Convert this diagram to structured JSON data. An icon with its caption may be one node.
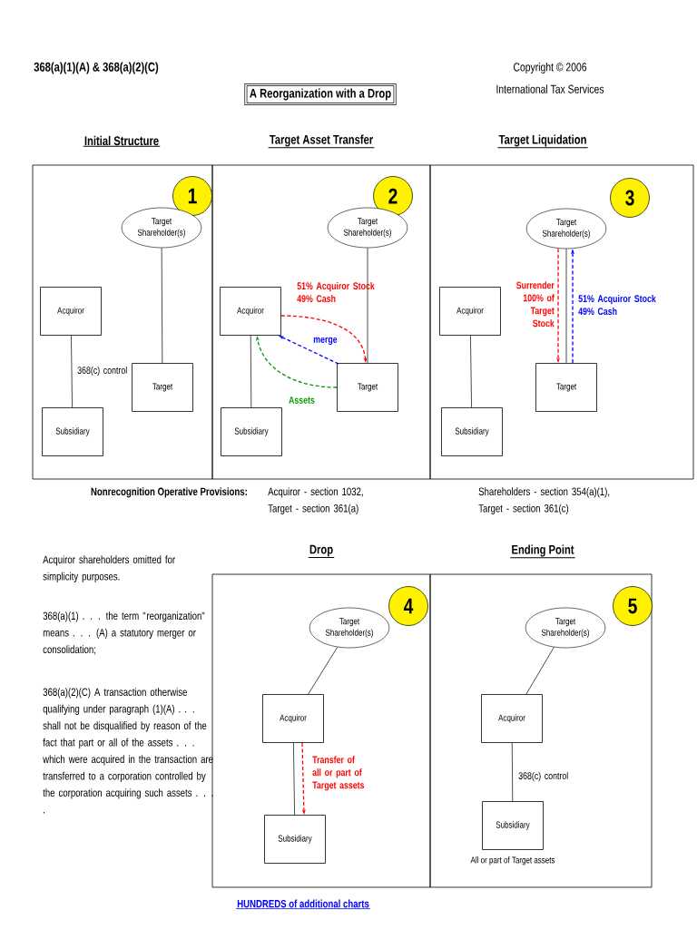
{
  "diagram": {
    "title": "A Reorganization with a Drop",
    "nodes": [
      {
        "text": [
          "Initial Structure"
        ]
      },
      {
        "text": [
          "1"
        ],
        "in": 0
      },
      {
        "text": [
          "Target Shareholder(s)"
        ],
        "in": 0
      },
      {
        "text": [
          "Acquiror"
        ],
        "in": 0
      },
      {
        "text": [
          "Target"
        ],
        "in": 0
      },
      {
        "text": [
          "Subsidiary"
        ],
        "in": 0
      },
      {
        "text": [
          "Target Asset Transfer"
        ]
      },
      {
        "text": [
          "2"
        ],
        "in": 6
      },
      {
        "text": [
          "Target Shareholder(s)"
        ],
        "in": 6
      },
      {
        "text": [
          "Acquiror"
        ],
        "in": 6
      },
      {
        "text": [
          "Target"
        ],
        "in": 6
      },
      {
        "text": [
          "Subsidiary"
        ],
        "in": 6
      },
      {
        "text": [
          "Target Liquidation"
        ]
      },
      {
        "text": [
          "3"
        ],
        "in": 12
      },
      {
        "text": [
          "Target Shareholder(s)"
        ],
        "in": 12
      },
      {
        "text": [
          "Acquiror"
        ],
        "in": 12
      },
      {
        "text": [
          "Target"
        ],
        "in": 12
      },
      {
        "text": [
          "Subsidiary"
        ],
        "in": 12
      },
      {
        "text": [
          "Drop"
        ]
      },
      {
        "text": [
          "4"
        ],
        "in": 18
      },
      {
        "text": [
          "Target Shareholder(s)"
        ],
        "in": 18
      },
      {
        "text": [
          "Acquiror"
        ],
        "in": 18
      },
      {
        "text": [
          "Subsidiary"
        ],
        "in": 18
      },
      {
        "text": [
          "Ending Point"
        ]
      },
      {
        "text": [
          "5"
        ],
        "in": 23
      },
      {
        "text": [
          "Target Shareholder(s)"
        ],
        "in": 23
      },
      {
        "text": [
          "Acquiror"
        ],
        "in": 23
      },
      {
        "text": [
          "Subsidiary"
        ],
        "in": 23,
        "beside": [
          "All or part of Target assets"
        ]
      }
    ],
    "edges": [
      {
        "from": 2,
        "to": 4,
        "arrow": "none"
      },
      {
        "from": 3,
        "to": 5,
        "arrow": "none",
        "label": "368(c) control"
      },
      {
        "from": 8,
        "to": 10,
        "arrow": "none"
      },
      {
        "from": 9,
        "to": 11,
        "arrow": "none"
      },
      {
        "from": 9,
        "to": 10,
        "arrow": "to",
        "style": "dashed",
        "color": "#ff0000",
        "label": "51% Acquiror Stock 49% Cash"
      },
      {
        "from": 10,
        "to": 9,
        "arrow": "to",
        "style": "dashed",
        "color": "#0000ff",
        "label": "merge"
      },
      {
        "from": 10,
        "to": 9,
        "arrow": "to",
        "style": "dashed",
        "color": "#009900",
        "label": "Assets"
      },
      {
        "from": 14,
        "to": 16,
        "arrow": "none"
      },
      {
        "from": 15,
        "to": 17,
        "arrow": "none"
      },
      {
        "from": 14,
        "to": 16,
        "arrow": "to",
        "style": "dashed",
        "color": "#ff0000",
        "label": "Surrender 100% of Target Stock"
      },
      {
        "from": 16,
        "to": 14,
        "arrow": "to",
        "style": "dashed",
        "color": "#0000ff",
        "label": "51% Acquiror Stock 49% Cash"
      },
      {
        "from": 20,
        "to": 21,
        "arrow": "none"
      },
      {
        "from": 21,
        "to": 22,
        "arrow": "none"
      },
      {
        "from": 21,
        "to": 22,
        "arrow": "to",
        "style": "dashed",
        "color": "#ff0000",
        "label": "Transfer of all or part of Target assets"
      },
      {
        "from": 25,
        "to": 26,
        "arrow": "none"
      },
      {
        "from": 26,
        "to": 27,
        "arrow": "none",
        "label": "368(c) control"
      }
    ],
    "labels": [
      "368(a)(1)(A) & 368(a)(2)(C)",
      "Copyright © 2006",
      "International Tax Services",
      "Nonrecognition Operative Provisions:",
      "Acquiror - section 1032, Target - section 361(a)",
      "Shareholders - section 354(a)(1), Target - section 361(c)",
      "Acquiror shareholders omitted for simplicity purposes.",
      "368(a)(1) . . . the term \"reorganization\" means . . . (A) a statutory merger or consolidation;",
      "368(a)(2)(C) A transaction otherwise qualifying under paragraph (1)(A) . . . shall not be disqualified by reason of the fact that part or all of the assets . . . which were acquired in the transaction are transferred to a corporation controlled by the corporation acquiring such assets . . . .",
      "HUNDREDS of additional charts"
    ]
  }
}
